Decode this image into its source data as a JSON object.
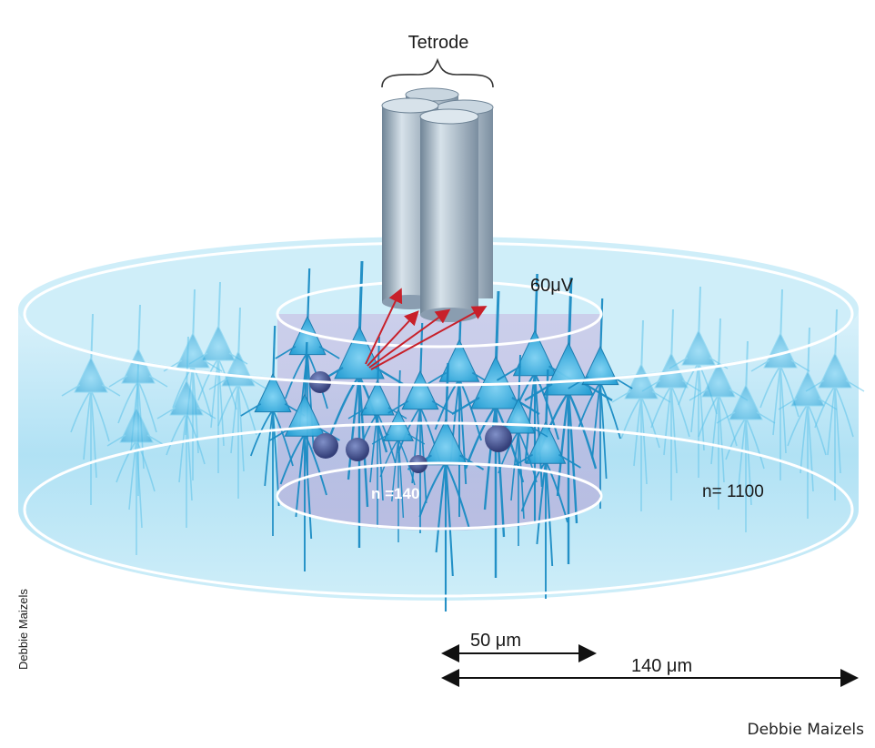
{
  "labels": {
    "tetrode": "Tetrode",
    "amplitude": "60μV",
    "inner_count": "n =140",
    "outer_count": "n= 1100",
    "inner_radius": "50 μm",
    "outer_radius": "140 μm",
    "vertical_credit": "Debbie Maizels"
  },
  "caption": "Debbie Maizels",
  "colors": {
    "tissue": "#8fd3ee",
    "inner_cylinder": "#b49bd1",
    "neuron": "#3fb3e0",
    "neuron_dark": "#1a8cc4",
    "interneuron": "#4a5a9a",
    "electrode": "#9fb3c4",
    "arrow_red": "#c8202a",
    "ring": "#ffffff"
  }
}
